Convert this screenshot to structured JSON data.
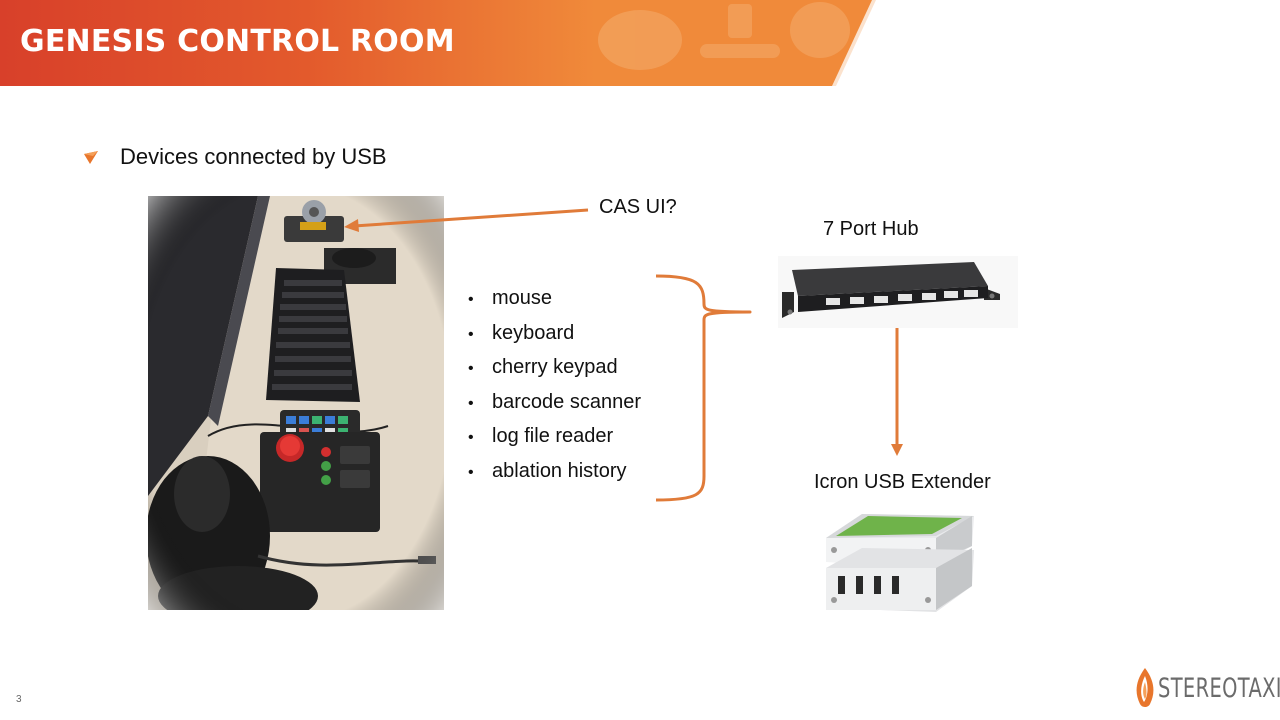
{
  "header": {
    "title": "GENESIS CONTROL ROOM"
  },
  "content": {
    "main_bullet": "Devices connected by USB",
    "cas_label": "CAS UI?",
    "hub_label": "7 Port Hub",
    "extender_label": "Icron USB Extender",
    "devices": [
      {
        "label": "mouse"
      },
      {
        "label": "keyboard"
      },
      {
        "label": "cherry keypad"
      },
      {
        "label": "barcode scanner"
      },
      {
        "label": "log file reader"
      },
      {
        "label": "ablation history"
      }
    ]
  },
  "footer": {
    "page_number": "3",
    "logo_text": "STEREOTAXIS"
  },
  "colors": {
    "accent_orange": "#E8762C",
    "header_red": "#D9432B",
    "arrow": "#E07B39"
  },
  "icons": {
    "bullet": "orange-arrow-bullet-icon"
  }
}
